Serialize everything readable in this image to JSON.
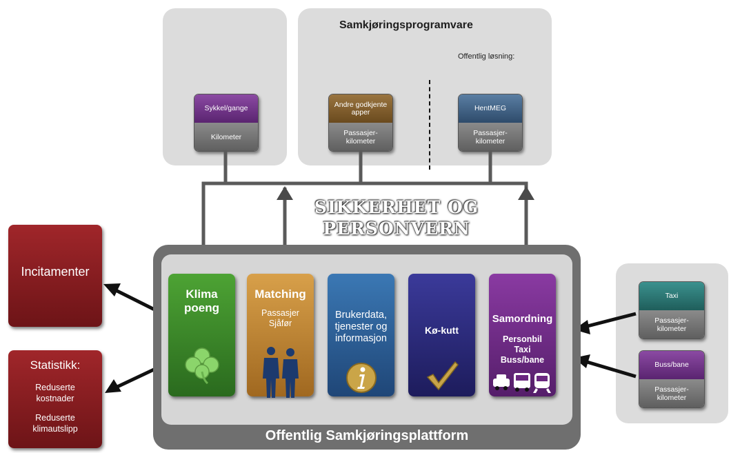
{
  "top_panel": {
    "title": "Samkjøringsprogramvare",
    "subtitle": "Offentlig løsning:"
  },
  "apps": [
    {
      "top": "Sykkel/gange",
      "bottom": "Kilometer",
      "color": "#6a2e82"
    },
    {
      "top": "Andre godkjente apper",
      "bottom": "Passasjer-\nkilometer",
      "color": "#7b5a2b"
    },
    {
      "top": "HentMEG",
      "bottom": "Passasjer-\nkilometer",
      "color": "#3c5a7c"
    }
  ],
  "security_label": "SIKKERHET OG PERSONVERN",
  "platform": {
    "label": "Offentlig Samkjøringsplattform",
    "modules": [
      {
        "title": "Klima\npoeng",
        "sub": "",
        "color": "#3d8a2c",
        "icon": "clover-icon"
      },
      {
        "title": "Matching",
        "sub": "Passasjer\nSjåfør",
        "color": "#c2852b",
        "icon": "people-icon"
      },
      {
        "title": "",
        "sub": "Brukerdata,\ntjenester og\ninformasjon",
        "color": "#2a5d94",
        "icon": "info-icon"
      },
      {
        "title": "",
        "sub": "Kø-kutt",
        "color": "#2f2d7e",
        "icon": "checkmark-icon"
      },
      {
        "title": "Samordning",
        "sub": "Personbil\nTaxi\nBuss/bane",
        "color": "#6a2680",
        "icon": "transport-icons"
      }
    ]
  },
  "left_boxes": {
    "incentives": "Incitamenter",
    "statistics_title": "Statistikk:",
    "statistics_item1": "Reduserte\nkostnader",
    "statistics_item2": "Reduserte\nklimautslipp"
  },
  "right_cards": [
    {
      "top": "Taxi",
      "bottom": "Passasjer-\nkilometer",
      "color": "#2e7b78"
    },
    {
      "top": "Buss/bane",
      "bottom": "Passasjer-\nkilometer",
      "color": "#6a2e82"
    }
  ]
}
